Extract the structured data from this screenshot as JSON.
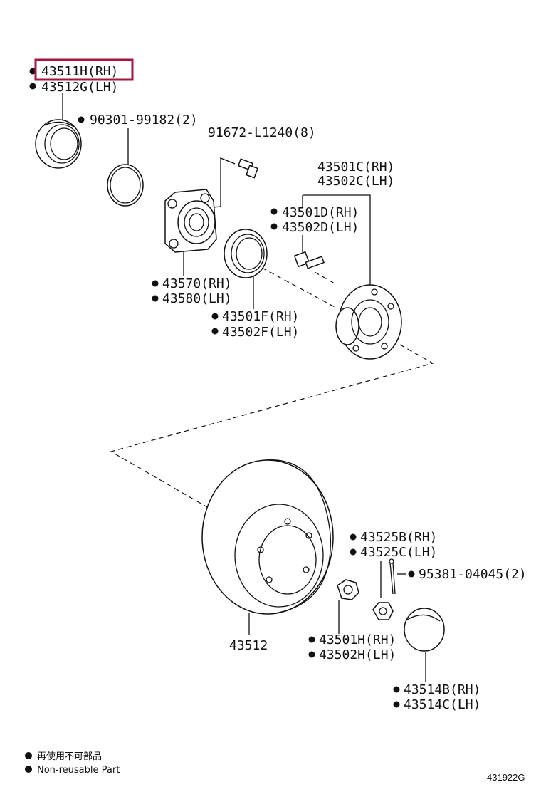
{
  "parts": {
    "p43511h": {
      "label": "43511H(RH)",
      "bullet": true
    },
    "p43512g": {
      "label": "43512G(LH)",
      "bullet": true
    },
    "p90301": {
      "label": "90301-99182(2)",
      "bullet": true
    },
    "p91672": {
      "label": "91672-L1240(8)",
      "bullet": false
    },
    "p43501c": {
      "label": "43501C(RH)",
      "bullet": false
    },
    "p43502c": {
      "label": "43502C(LH)",
      "bullet": false
    },
    "p43501d": {
      "label": "43501D(RH)",
      "bullet": true
    },
    "p43502d": {
      "label": "43502D(LH)",
      "bullet": true
    },
    "p43570": {
      "label": "43570(RH)",
      "bullet": true
    },
    "p43580": {
      "label": "43580(LH)",
      "bullet": true
    },
    "p43501f": {
      "label": "43501F(RH)",
      "bullet": true
    },
    "p43502f": {
      "label": "43502F(LH)",
      "bullet": true
    },
    "p43525b": {
      "label": "43525B(RH)",
      "bullet": true
    },
    "p43525c": {
      "label": "43525C(LH)",
      "bullet": true
    },
    "p95381": {
      "label": "95381-04045(2)",
      "bullet": true
    },
    "p43512": {
      "label": "43512",
      "bullet": false
    },
    "p43501h": {
      "label": "43501H(RH)",
      "bullet": true
    },
    "p43502h": {
      "label": "43502H(LH)",
      "bullet": true
    },
    "p43514b": {
      "label": "43514B(RH)",
      "bullet": true
    },
    "p43514c": {
      "label": "43514C(LH)",
      "bullet": true
    }
  },
  "highlight": {
    "target": "43511H(RH)",
    "color": "#a3173f"
  },
  "legend": {
    "jp": "再使用不可部品",
    "en": "Non-reusable Part"
  },
  "diagram_code": "431922G"
}
